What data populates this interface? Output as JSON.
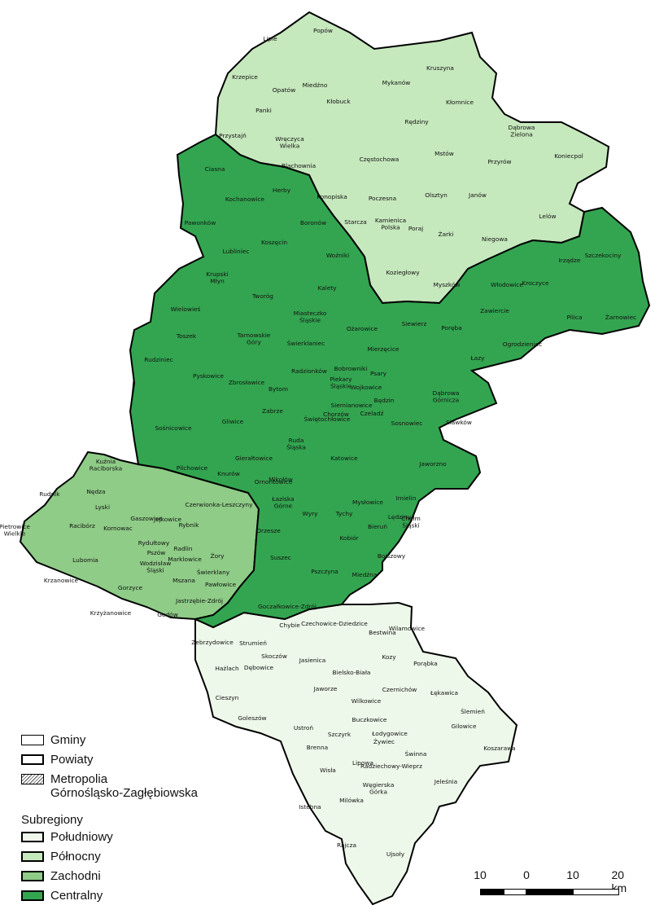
{
  "colors": {
    "poludniowy": "#eef8ea",
    "polnocny": "#c6e8bd",
    "zachodni": "#8fcc87",
    "centralny": "#33a550",
    "outline": "#000000"
  },
  "legend": {
    "gminy": "Gminy",
    "powiaty": "Powiaty",
    "metropolia": "Metropolia\nGórnośląsko-Zagłębiowska",
    "subregiony_title": "Subregiony",
    "subregions": [
      "Południowy",
      "Północny",
      "Zachodni",
      "Centralny"
    ]
  },
  "scale": {
    "labels": [
      "10",
      "0",
      "10",
      "20 km"
    ]
  },
  "labels": {
    "north": [
      "Popów",
      "Lipie",
      "Krzepice",
      "Miedźno",
      "Kruszyna",
      "Opatów",
      "Mykanów",
      "Panki",
      "Kłobuck",
      "Kłomnice",
      "Przystajń",
      "Wręczyca\nWielka",
      "Rędziny",
      "Dąbrowa\nZielona",
      "Blachownia",
      "Częstochowa",
      "Mstów",
      "Przyrów",
      "Koniecpol",
      "Konopiska",
      "Poczesna",
      "Olsztyn",
      "Janów",
      "Starcza",
      "Kamienica\nPolska",
      "Poraj",
      "Żarki",
      "Lelów",
      "Niegowa",
      "Koziegłowy",
      "Myszków"
    ],
    "central": [
      "Ciasna",
      "Herby",
      "Kochanowice",
      "Pawonków",
      "Boronów",
      "Koszęcin",
      "Lubliniec",
      "Woźniki",
      "Krupski\nMłyn",
      "Kalety",
      "Tworóg",
      "Wielowieś",
      "Miasteczko\nŚląskie",
      "Toszek",
      "Tarnowskie\nGóry",
      "Świerklaniec",
      "Ożarowice",
      "Siewierz",
      "Poręba",
      "Włodowice",
      "Irządze",
      "Szczekociny",
      "Kroczyce",
      "Zawiercie",
      "Pilica",
      "Żarnowiec",
      "Ogrodzieniec",
      "Łazy",
      "Rudziniec",
      "Pyskowice",
      "Zbrosławice",
      "Radzionków",
      "Bobrowniki",
      "Mierzęcice",
      "Psary",
      "Piekary\nŚląskie",
      "Wojkowice",
      "Bytom",
      "Dąbrowa\nGórnicza",
      "Będzin",
      "Siemianowice",
      "Czeladź",
      "Sławków",
      "Sośnicowice",
      "Gliwice",
      "Zabrze",
      "Świętochłowice",
      "Chorzów",
      "Sosnowiec",
      "Ruda\nŚląska",
      "Katowice",
      "Jaworzno",
      "Pilchowice",
      "Gierałtowice",
      "Knurów",
      "Ornontowice",
      "Mikołów",
      "Mysłowice",
      "Imielin",
      "Łaziska\nGórne",
      "Lędziny",
      "Chełm\nŚląski",
      "Wyry",
      "Tychy",
      "Orzesze",
      "Kobiór",
      "Bieruń",
      "Suszec",
      "Bojszowy",
      "Pszczyna",
      "Miedźna",
      "Pawłowice",
      "Goczałkowice-Zdrój"
    ],
    "west": [
      "Kuźnia\nRaciborska",
      "Rudnik",
      "Nędza",
      "Pietrowice\nWielkie",
      "Lyski",
      "Czerwionka-Leszczyny",
      "Gaszowice",
      "Jejkowice",
      "Racibórz",
      "Kornowac",
      "Rybnik",
      "Rydułtowy",
      "Radlin",
      "Pszów",
      "Lubomia",
      "Marklowice",
      "Wodzisław\nŚląski",
      "Żory",
      "Krzanowice",
      "Mszana",
      "Świerklany",
      "Gorzyce",
      "Jastrzębie-Zdrój",
      "Krzyżanowice",
      "Godów"
    ],
    "south": [
      "Bestwina",
      "Chybie",
      "Czechowice-Dziedzice",
      "Wilamowice",
      "Zebrzydowice",
      "Strumień",
      "Skoczów",
      "Hażlach",
      "Dębowice",
      "Jasienica",
      "Kozy",
      "Porąbka",
      "Bielsko-Biała",
      "Jaworze",
      "Czernichów",
      "Łękawica",
      "Cieszyn",
      "Wilkowice",
      "Ślemień",
      "Goleszów",
      "Ustroń",
      "Brenna",
      "Buczkowice",
      "Łodygowice",
      "Gilowice",
      "Szczyrk",
      "Żywiec",
      "Koszarawa",
      "Lipowa",
      "Świnna",
      "Radziechowy-Wieprz",
      "Wisła",
      "Węgierska\nGórka",
      "Jeleśnia",
      "Istebna",
      "Milówka",
      "Rajcza",
      "Ujsoły"
    ]
  }
}
